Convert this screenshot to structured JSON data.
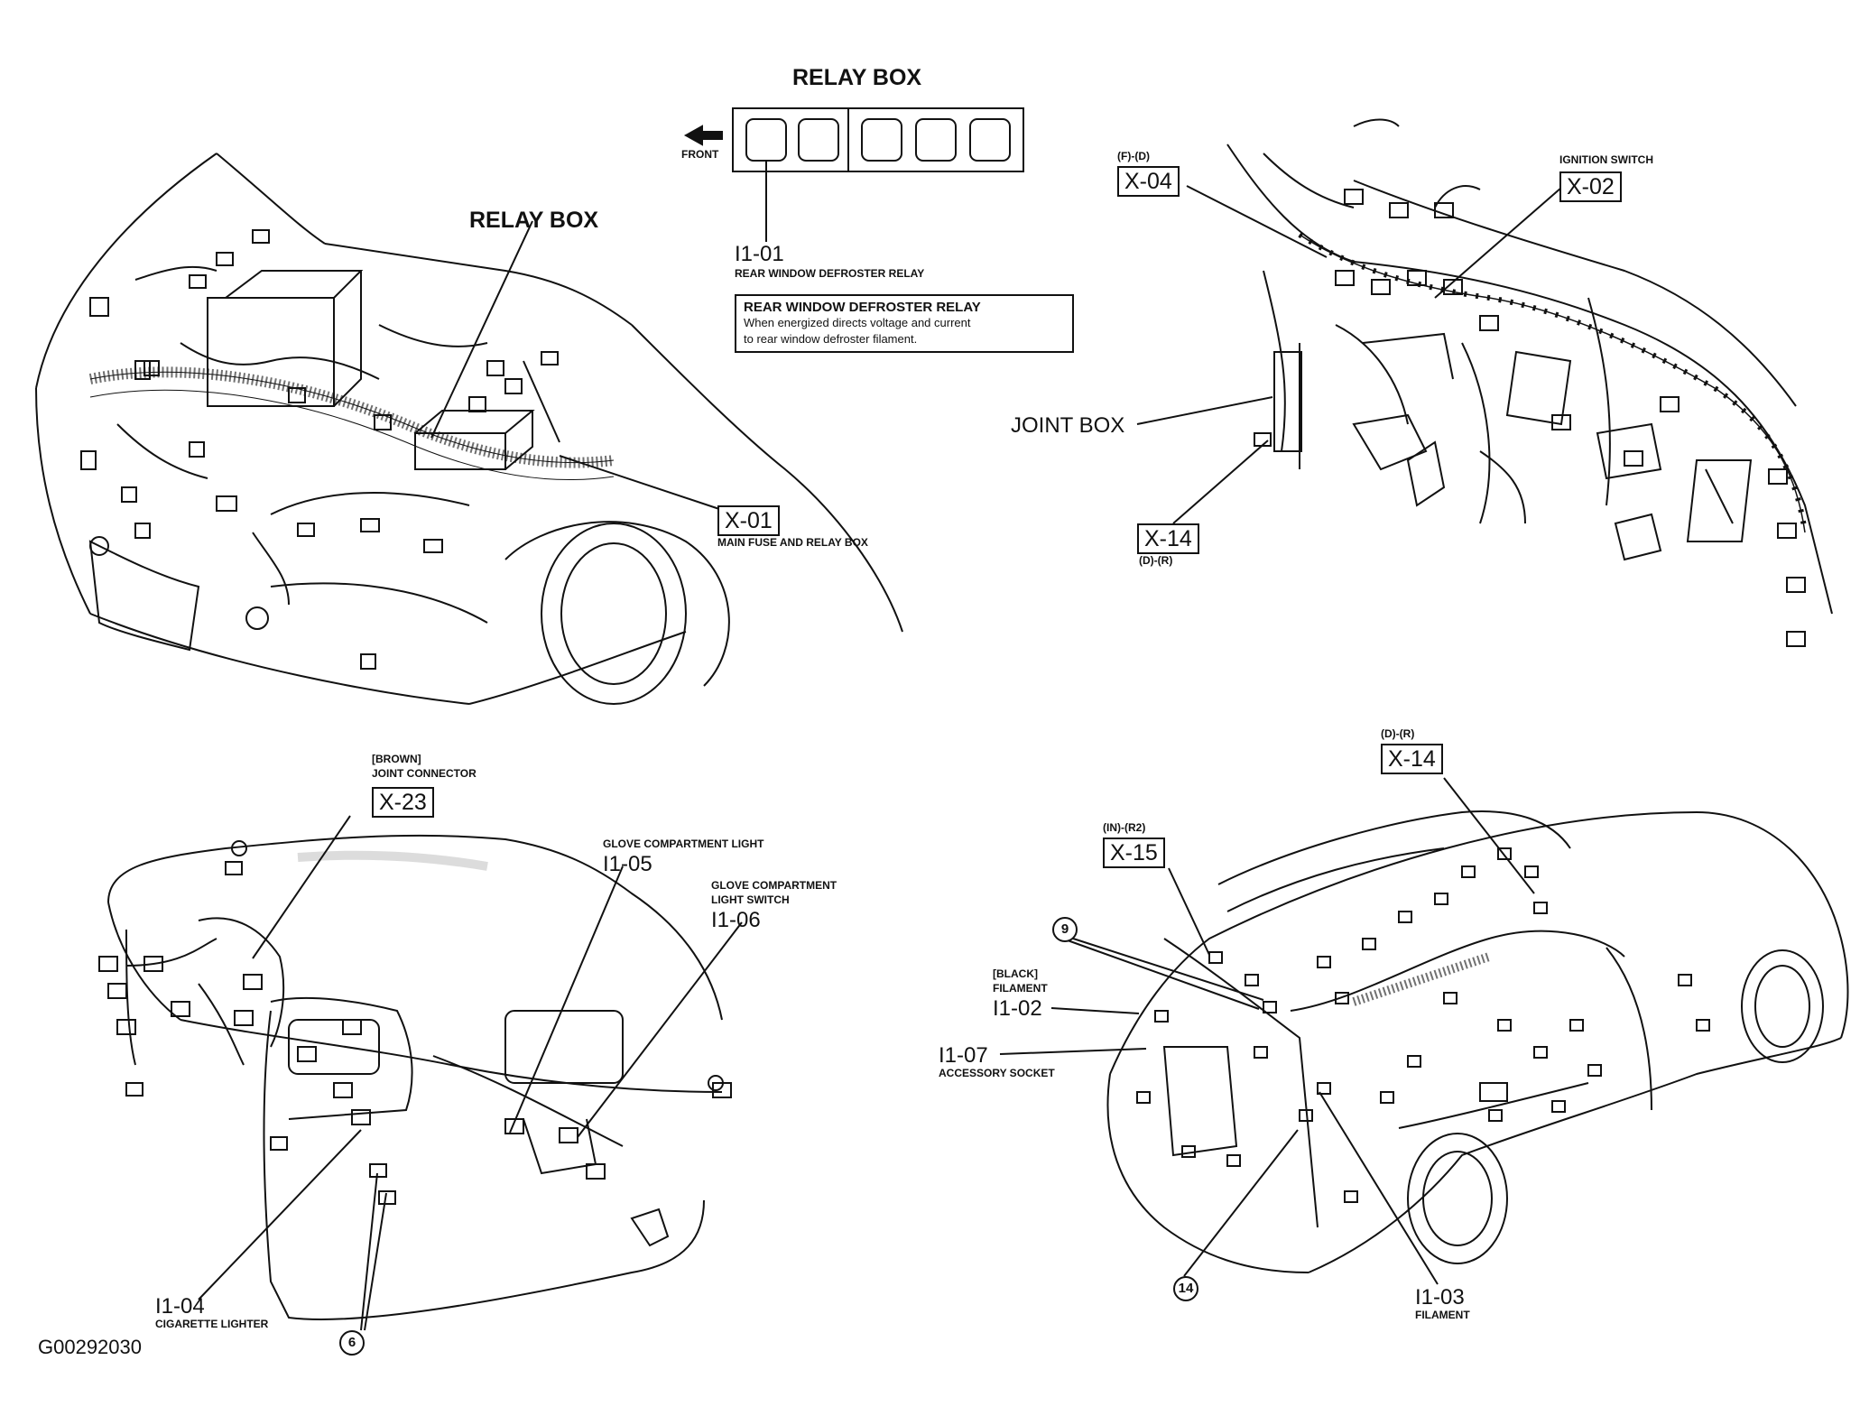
{
  "relay_panel": {
    "title": "RELAY BOX",
    "front_label": "FRONT",
    "code": "I1-01",
    "code_desc": "REAR WINDOW DEFROSTER RELAY",
    "note_title": "REAR WINDOW DEFROSTER RELAY",
    "note_line1": "When energized directs voltage and current",
    "note_line2": "to rear window defroster filament."
  },
  "engine_view": {
    "relay_box_label": "RELAY BOX",
    "x01_code": "X-01",
    "x01_desc": "MAIN FUSE AND RELAY BOX"
  },
  "dash_view": {
    "x04_pos": "(F)-(D)",
    "x04_code": "X-04",
    "x02_desc": "IGNITION SWITCH",
    "x02_code": "X-02",
    "joint_box_label": "JOINT BOX",
    "x14_code": "X-14",
    "x14_pos": "(D)-(R)"
  },
  "panel_view": {
    "x23_color": "[BROWN]",
    "x23_desc": "JOINT CONNECTOR",
    "x23_code": "X-23",
    "i105_desc": "GLOVE COMPARTMENT LIGHT",
    "i105_code": "I1-05",
    "i106_desc1": "GLOVE COMPARTMENT",
    "i106_desc2": "LIGHT SWITCH",
    "i106_code": "I1-06",
    "i104_code": "I1-04",
    "i104_desc": "CIGARETTE LIGHTER",
    "ground_num": "6"
  },
  "rear_view": {
    "x14_pos": "(D)-(R)",
    "x14_code": "X-14",
    "x15_pos": "(IN)-(R2)",
    "x15_code": "X-15",
    "ground9": "9",
    "i102_color": "[BLACK]",
    "i102_desc": "FILAMENT",
    "i102_code": "I1-02",
    "i107_code": "I1-07",
    "i107_desc": "ACCESSORY SOCKET",
    "ground14": "14",
    "i103_code": "I1-03",
    "i103_desc": "FILAMENT"
  },
  "figure_id": "G00292030"
}
